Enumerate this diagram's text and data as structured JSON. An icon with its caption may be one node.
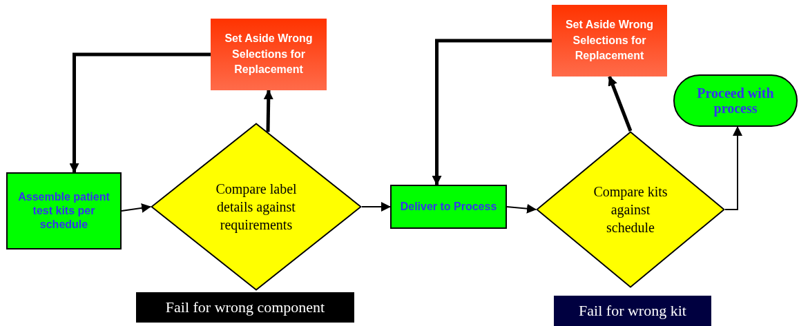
{
  "diagram": {
    "nodes": [
      {
        "text": [
          "Assemble patient test kits per schedule"
        ]
      },
      {
        "text": [
          "Compare label details against requirements"
        ]
      },
      {
        "text": [
          "Set Aside Wrong Selections for Replacement"
        ]
      },
      {
        "text": [
          "Deliver to Process"
        ]
      },
      {
        "text": [
          "Compare kits against schedule"
        ]
      },
      {
        "text": [
          "Set Aside Wrong Selections for Replacement"
        ]
      },
      {
        "text": [
          "Proceed with process"
        ]
      },
      {
        "text": [
          "Fail for wrong component"
        ]
      },
      {
        "text": [
          "Fail for wrong kit"
        ]
      }
    ],
    "edges": [
      {
        "from": 0,
        "to": 1,
        "arrow": "to"
      },
      {
        "from": 1,
        "to": 2,
        "arrow": "to",
        "style": "thick"
      },
      {
        "from": 2,
        "to": 0,
        "arrow": "to",
        "style": "thick"
      },
      {
        "from": 1,
        "to": 3,
        "arrow": "to"
      },
      {
        "from": 3,
        "to": 4,
        "arrow": "to"
      },
      {
        "from": 4,
        "to": 5,
        "arrow": "to",
        "style": "thick"
      },
      {
        "from": 5,
        "to": 3,
        "arrow": "to",
        "style": "thick"
      },
      {
        "from": 4,
        "to": 6,
        "arrow": "to"
      }
    ]
  }
}
